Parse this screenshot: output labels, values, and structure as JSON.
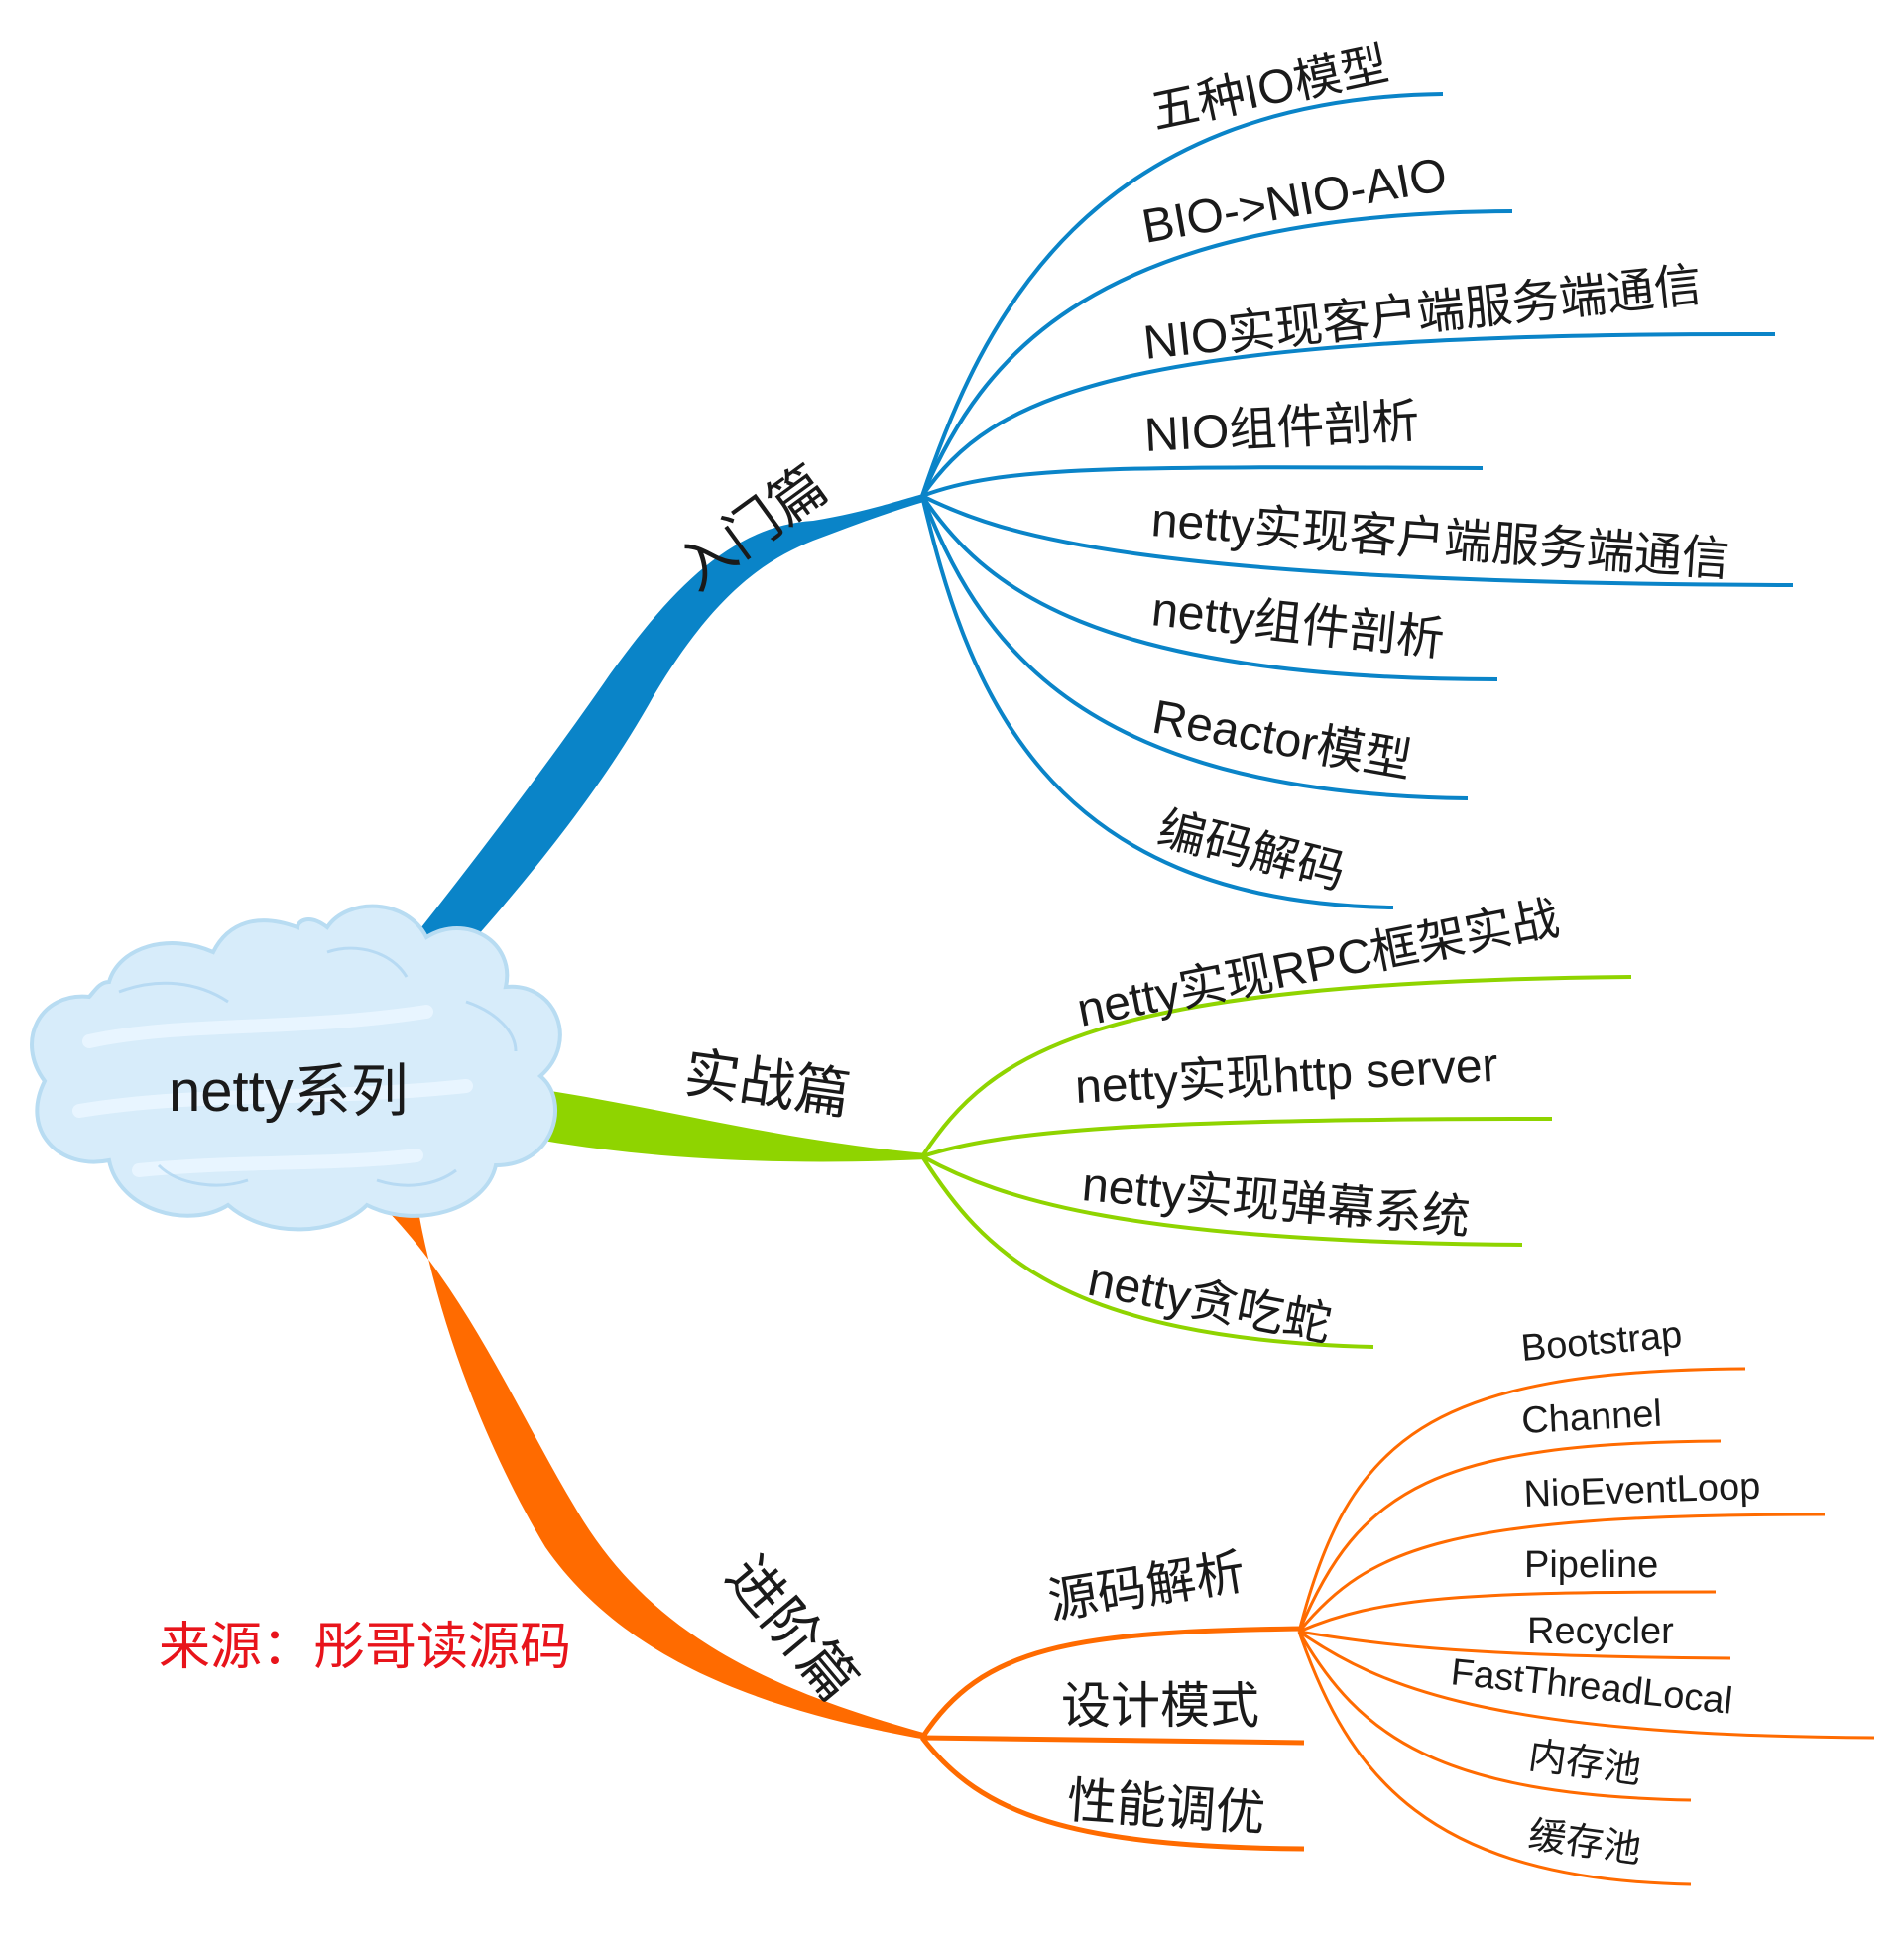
{
  "root": {
    "label": "netty系列"
  },
  "colors": {
    "intro": "#0a84c8",
    "practice": "#8fd400",
    "advanced": "#ff6b00",
    "source_note": "#e8141b",
    "text": "#1a1a1a"
  },
  "branches": {
    "intro": {
      "label": "入门篇",
      "children": [
        "五种IO模型",
        "BIO->NIO-AIO",
        "NIO实现客户端服务端通信",
        "NIO组件剖析",
        "netty实现客户端服务端通信",
        "netty组件剖析",
        "Reactor模型",
        "编码解码"
      ]
    },
    "practice": {
      "label": "实战篇",
      "children": [
        "netty实现RPC框架实战",
        "netty实现http server",
        "netty实现弹幕系统",
        "netty贪吃蛇"
      ]
    },
    "advanced": {
      "label": "进阶篇",
      "children": [
        {
          "label": "源码解析",
          "children": [
            "Bootstrap",
            "Channel",
            "NioEventLoop",
            "Pipeline",
            "Recycler",
            "FastThreadLocal",
            "内存池",
            "缓存池"
          ]
        },
        {
          "label": "设计模式"
        },
        {
          "label": "性能调优"
        }
      ]
    }
  },
  "source_note": "来源：彤哥读源码"
}
